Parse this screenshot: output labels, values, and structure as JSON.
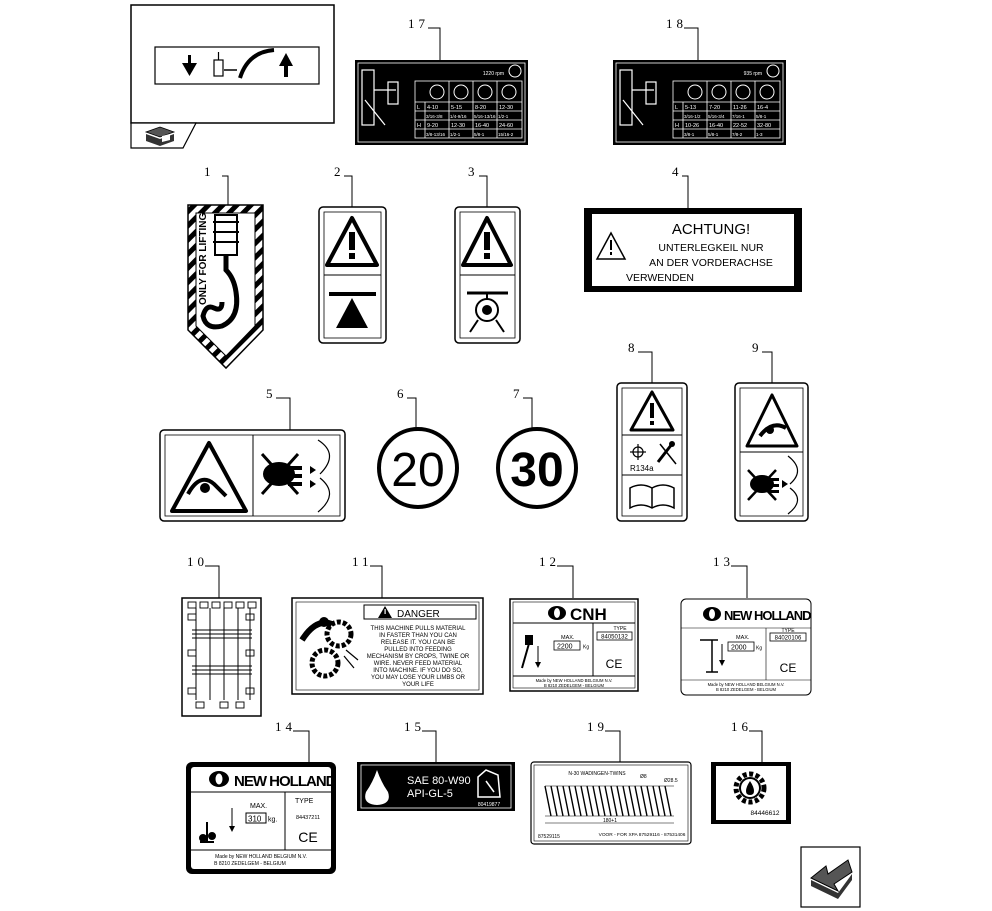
{
  "callouts": {
    "n1": "1",
    "n2": "2",
    "n3": "3",
    "n4": "4",
    "n5": "5",
    "n6": "6",
    "n7": "7",
    "n8": "8",
    "n9": "9",
    "n10": "10",
    "n11": "11",
    "n12": "12",
    "n13": "13",
    "n14": "14",
    "n15": "15",
    "n16": "16",
    "n17": "17",
    "n18": "18",
    "n19": "19"
  },
  "decal17": {
    "rpm": "1220 rpm",
    "row_L": [
      "L",
      "4-10",
      "5-15",
      "8-20",
      "12-30"
    ],
    "row_L2": [
      "",
      "3/16-3/8",
      "1/4-9/16",
      "5/16-13/16",
      "1/2-1"
    ],
    "row_H": [
      "H",
      "9-20",
      "12-30",
      "16-40",
      "24-60"
    ],
    "row_H2": [
      "",
      "3/8-13/16",
      "1/2-1",
      "5/8-1",
      "15/16-2"
    ]
  },
  "decal18": {
    "rpm": "935 rpm",
    "row_L": [
      "L",
      "5-13",
      "7-20",
      "11-26",
      "16-4"
    ],
    "row_L2": [
      "",
      "3/16-1/2",
      "5/16-3/4",
      "7/16-1",
      "5/8-1"
    ],
    "row_H": [
      "H",
      "10-26",
      "16-40",
      "22-52",
      "32-80"
    ],
    "row_H2": [
      "",
      "3/8-1",
      "5/8-1",
      "7/8-2",
      "1-3"
    ]
  },
  "decal1": {
    "text": "ONLY FOR LIFTING"
  },
  "decal4": {
    "title": "ACHTUNG!",
    "line1": "UNTERLEGKEIL NUR",
    "line2": "AN DER VORDERACHSE",
    "line3": "VERWENDEN"
  },
  "decal6": {
    "speed": "20"
  },
  "decal7": {
    "speed": "30"
  },
  "decal8": {
    "refrigerant": "R134a"
  },
  "decal11": {
    "header": "DANGER",
    "lines": [
      "THIS MACHINE PULLS MATERIAL",
      "IN FASTER THAN YOU CAN",
      "RELEASE IT. YOU CAN BE",
      "PULLED INTO FEEDING",
      "MECHANISM BY CROPS, TWINE OR",
      "WIRE. NEVER FEED MATERIAL",
      "INTO MACHINE. IF YOU DO SO,",
      "YOU MAY LOSE YOUR LIMBS OR",
      "YOUR LIFE"
    ]
  },
  "decal12": {
    "brand": "CNH",
    "max_label": "MAX.",
    "max_value": "2200",
    "unit": "Kg",
    "type_label": "TYPE",
    "type_value": "84050132",
    "ce": "CE",
    "footer1": "Made by NEW HOLLAND BELGIUM N.V.",
    "footer2": "B 8210 ZEDELGEM - BELGIUM"
  },
  "decal13": {
    "brand": "NEW HOLLAND",
    "max_label": "MAX.",
    "max_value": "2000",
    "unit": "Kg",
    "type_label": "TYPE",
    "type_value": "84020106",
    "ce": "CE",
    "footer1": "Made by NEW HOLLAND BELGIUM N.V.",
    "footer2": "B 8210 ZEDELGEM - BELGIUM"
  },
  "decal14": {
    "brand": "NEW HOLLAND",
    "max_label": "MAX.",
    "max_value": "310",
    "unit": "kg.",
    "type_label": "TYPE",
    "type_value": "84437211",
    "ce": "CE",
    "footer1": "Made by NEW HOLLAND BELGIUM N.V.",
    "footer2": "B 8210 ZEDELGEM - BELGIUM"
  },
  "decal15": {
    "line1": "SAE 80-W90",
    "line2": "API-GL-5",
    "code": "80419877"
  },
  "decal16": {
    "code": "84446612"
  },
  "decal19": {
    "title": "N-30 WADINGEN-TWINS",
    "dim1": "Ø8",
    "dim2": "Ø28.5",
    "length": "180+1",
    "part": "87529115",
    "footer": "VOOR - FOR XPA 87529116 - 87531406"
  }
}
